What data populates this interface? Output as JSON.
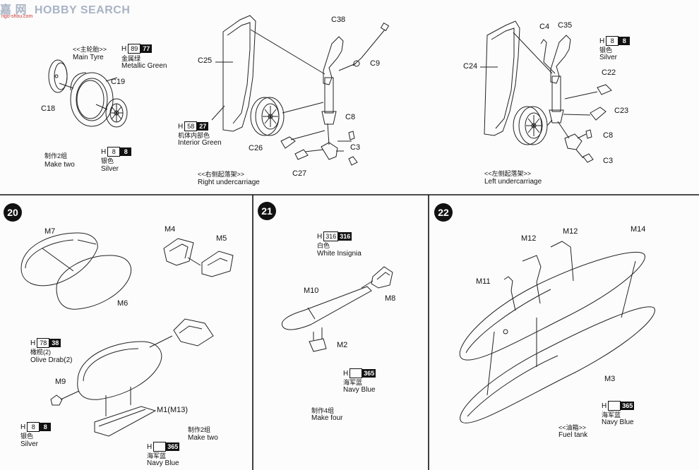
{
  "watermark": {
    "text": "HOBBY SEARCH",
    "sub": "ngo-shou.com",
    "logo_chars": "嘉 网"
  },
  "colors": {
    "line": "#222222",
    "badge": "#111111",
    "paint_fill": "#111111"
  },
  "top_left": {
    "main_tyre_cn": "<<主轮胎>>",
    "main_tyre_en": "Main Tyre",
    "metallic_code": {
      "h": "H",
      "a": "89",
      "b": "77"
    },
    "metallic_cn": "金属绿",
    "metallic_en": "Metallic Green",
    "c18": "C18",
    "c19": "C19",
    "silver_code": {
      "h": "H",
      "a": "8",
      "b": "8"
    },
    "silver_cn": "银色",
    "silver_en": "Silver",
    "make_two_cn": "制作2组",
    "make_two_en": "Make two"
  },
  "top_middle": {
    "c25": "C25",
    "c38": "C38",
    "c9": "C9",
    "c8": "C8",
    "c26": "C26",
    "c3": "C3",
    "c27": "C27",
    "interior_code": {
      "h": "H",
      "a": "58",
      "b": "27"
    },
    "interior_cn": "机体内部色",
    "interior_en": "Interior Green",
    "title_cn": "<<右侧起落架>>",
    "title_en": "Right undercarriage"
  },
  "top_right": {
    "c4": "C4",
    "c35": "C35",
    "c24": "C24",
    "c22": "C22",
    "c23": "C23",
    "c8": "C8",
    "c3": "C3",
    "silver_code": {
      "h": "H",
      "a": "8",
      "b": "8"
    },
    "silver_cn": "银色",
    "silver_en": "Silver",
    "title_cn": "<<左侧起落架>>",
    "title_en": "Left undercarriage"
  },
  "step20": {
    "number": "20",
    "m7": "M7",
    "m4": "M4",
    "m5": "M5",
    "m6": "M6",
    "m9": "M9",
    "m1": "M1(M13)",
    "olive_code": {
      "h": "H",
      "a": "78",
      "b": "38"
    },
    "olive_cn": "橄榄(2)",
    "olive_en": "Olive Drab(2)",
    "silver_code": {
      "h": "H",
      "a": "8",
      "b": "8"
    },
    "silver_cn": "银色",
    "silver_en": "Silver",
    "navy_code": {
      "h": "H",
      "a": "",
      "b": "365"
    },
    "navy_cn": "海军蓝",
    "navy_en": "Navy Blue",
    "make_two_cn": "制作2组",
    "make_two_en": "Make two"
  },
  "step21": {
    "number": "21",
    "white_code": {
      "h": "H",
      "a": "316",
      "b": "316"
    },
    "white_cn": "白色",
    "white_en": "White Insignia",
    "m10": "M10",
    "m8": "M8",
    "m2": "M2",
    "navy_code": {
      "h": "H",
      "a": "",
      "b": "365"
    },
    "navy_cn": "海军蓝",
    "navy_en": "Navy Blue",
    "make_four_cn": "制作4组",
    "make_four_en": "Make four"
  },
  "step22": {
    "number": "22",
    "m12a": "M12",
    "m12b": "M12",
    "m14": "M14",
    "m11": "M11",
    "m3": "M3",
    "navy_code": {
      "h": "H",
      "a": "",
      "b": "365"
    },
    "navy_cn": "海军蓝",
    "navy_en": "Navy Blue",
    "title_cn": "<<油箱>>",
    "title_en": "Fuel tank"
  }
}
